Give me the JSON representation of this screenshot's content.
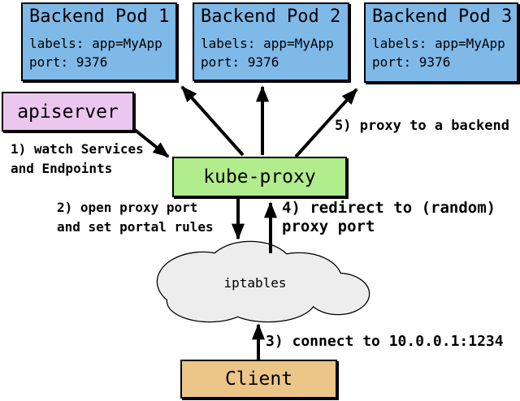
{
  "pods": [
    {
      "title": "Backend Pod 1",
      "labels_line": "labels: app=MyApp",
      "port_line": "port: 9376"
    },
    {
      "title": "Backend Pod 2",
      "labels_line": "labels: app=MyApp",
      "port_line": "port: 9376"
    },
    {
      "title": "Backend Pod 3",
      "labels_line": "labels: app=MyApp",
      "port_line": "port: 9376"
    }
  ],
  "nodes": {
    "apiserver": "apiserver",
    "kube_proxy": "kube-proxy",
    "iptables": "iptables",
    "client": "Client"
  },
  "annotations": {
    "step1": "1) watch Services\nand Endpoints",
    "step2": "2) open proxy port\nand set portal rules",
    "step3": "3) connect to 10.0.0.1:1234",
    "step4": "4) redirect to (random)\nproxy port",
    "step5": "5) proxy to a backend"
  },
  "colors": {
    "pod_fill": "#7FB9E8",
    "apiserver_fill": "#EBC7EF",
    "kube_proxy_fill": "#B1ED8D",
    "client_fill": "#EBC688",
    "cloud_fill": "#EDEDED",
    "line": "#000000"
  }
}
